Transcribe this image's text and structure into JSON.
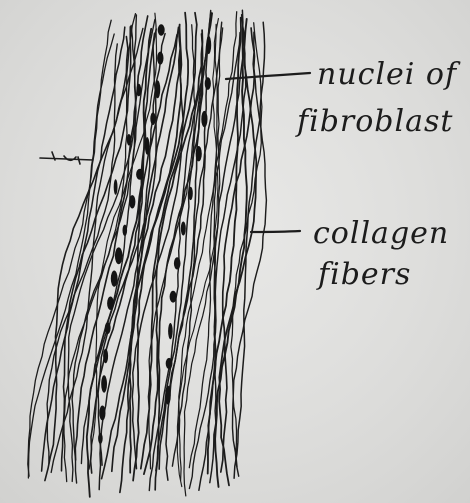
{
  "labels": {
    "nuclei_line1": "nuclei of",
    "nuclei_line2": "fibroblast",
    "collagen_line1": "collagen",
    "collagen_line2": "fibers"
  },
  "margin_mark": "",
  "colors": {
    "paper": "#e3e3e1",
    "ink": "#1c1c1c",
    "nuclei": "#141414"
  }
}
